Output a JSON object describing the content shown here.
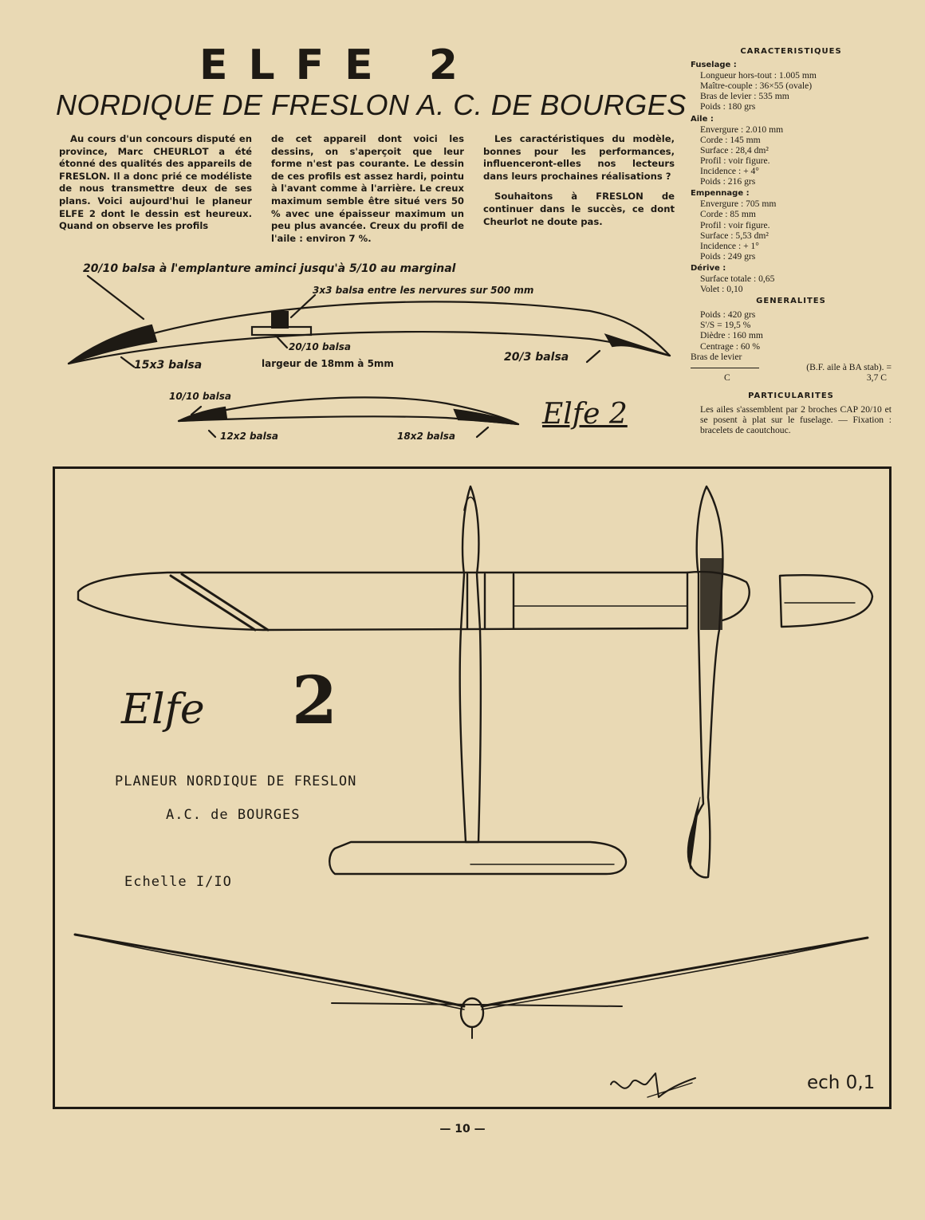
{
  "header": {
    "title": "ELFE 2",
    "subtitle": "NORDIQUE DE FRESLON A. C. DE BOURGES"
  },
  "article": {
    "col1": "Au cours d'un concours disputé en province, Marc CHEURLOT a été étonné des qualités des appareils de FRESLON. Il a donc prié ce modéliste de nous transmettre deux de ses plans. Voici aujourd'hui le planeur ELFE 2 dont le dessin est heureux. Quand on observe les profils",
    "col2": "de cet appareil dont voici les dessins, on s'aperçoit que leur forme n'est pas courante. Le dessin de ces profils est assez hardi, pointu à l'avant comme à l'arrière. Le creux maximum semble être situé vers 50 % avec une épaisseur maximum un peu plus avancée. Creux du profil de l'aile : environ 7 %.",
    "col3_p1": "Les caractéristiques du modèle, bonnes pour les performances, influenceront-elles nos lecteurs dans leurs prochaines réalisations ?",
    "col3_p2": "Souhaitons à FRESLON de continuer dans le succès, ce dont Cheurlot ne doute pas."
  },
  "specs": {
    "title": "CARACTERISTIQUES",
    "fuselage": {
      "label": "Fuselage :",
      "rows": [
        "Longueur hors-tout : 1.005 mm",
        "Maître-couple : 36×55 (ovale)",
        "Bras de levier : 535 mm",
        "Poids : 180 grs"
      ]
    },
    "aile": {
      "label": "Aile :",
      "rows": [
        "Envergure : 2.010 mm",
        "Corde : 145 mm",
        "Surface : 28,4 dm²",
        "Profil : voir figure.",
        "Incidence : + 4°",
        "Poids : 216 grs"
      ]
    },
    "empennage": {
      "label": "Empennage :",
      "rows": [
        "Envergure : 705 mm",
        "Corde : 85 mm",
        "Profil : voir figure.",
        "Surface : 5,53 dm²",
        "Incidence : + 1°",
        "Poids : 249 grs"
      ]
    },
    "derive": {
      "label": "Dérive :",
      "rows": [
        "Surface totale : 0,65",
        "Volet : 0,10"
      ]
    },
    "generalites": {
      "title": "GENERALITES",
      "rows": [
        "Poids : 420 grs",
        "S'/S = 19,5 %",
        "Dièdre : 160 mm",
        "Centrage : 60 %"
      ],
      "lever_label": "Bras de levier",
      "lever_formula": "(B.F. aile à BA stab). =",
      "lever_c": "C",
      "lever_value": "3,7 C"
    },
    "particularites": {
      "title": "PARTICULARITES",
      "text": "Les ailes s'assemblent par 2 broches CAP 20/10 et se posent à plat sur le fuselage. — Fixation : bracelets de caoutchouc."
    }
  },
  "profile_notes": {
    "n1": "20/10 balsa à l'emplanture aminci jusqu'à 5/10 au marginal",
    "n2": "3x3 balsa entre les nervures sur 500 mm",
    "n3": "20/10 balsa",
    "n4": "15x3 balsa",
    "n5": "largeur de 18mm à 5mm",
    "n6": "20/3 balsa",
    "n7": "10/10 balsa",
    "n8": "12x2 balsa",
    "n9": "18x2 balsa",
    "logo": "Elfe 2"
  },
  "plan": {
    "elfe_word": "Elfe",
    "elfe_number": "2",
    "line1": "PLANEUR NORDIQUE DE FRESLON",
    "line2": "A.C. de BOURGES",
    "scale": "Echelle I/IO",
    "ech": "ech 0,1"
  },
  "footer": {
    "page": "— 10 —"
  },
  "colors": {
    "paper": "#e9d9b4",
    "ink": "#1e1a14"
  }
}
